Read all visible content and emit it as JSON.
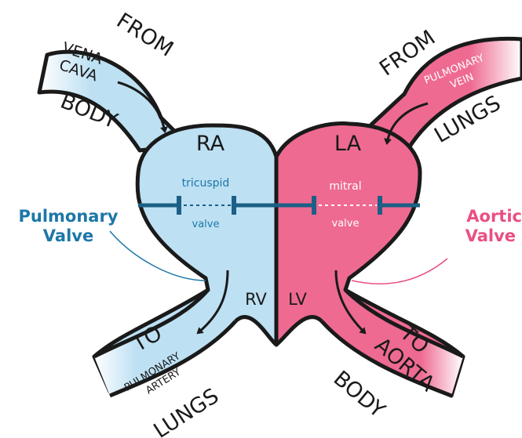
{
  "colors": {
    "right_side_fill": "#bde0f3",
    "left_side_fill": "#ee6a91",
    "outline": "#1a1a1a",
    "valve_blue": "#1d5f86",
    "label_blue": "#1d77a8",
    "label_pink": "#ea4f82"
  },
  "heart": {
    "right_atrium": "RA",
    "left_atrium": "LA",
    "right_ventricle": "RV",
    "left_ventricle": "LV",
    "tricuspid_label": "tricuspid",
    "tricuspid_valve_label": "valve",
    "mitral_label": "mitral",
    "mitral_valve_label": "valve"
  },
  "vena_cava": {
    "from": "FROM",
    "name_line1": "VENA",
    "name_line2": "CAVA",
    "source": "BODY"
  },
  "pulmonary_vein": {
    "from": "FROM",
    "name_line1": "PULMONARY",
    "name_line2": "VEIN",
    "source": "LUNGS"
  },
  "pulmonary_artery": {
    "to": "TO",
    "name_line1": "PULMONARY",
    "name_line2": "ARTERY",
    "destination": "LUNGS"
  },
  "aorta": {
    "to": "TO",
    "name": "AORTA",
    "destination": "BODY"
  },
  "pulmonary_valve": {
    "line1": "Pulmonary",
    "line2": "Valve"
  },
  "aortic_valve": {
    "line1": "Aortic",
    "line2": "Valve"
  }
}
